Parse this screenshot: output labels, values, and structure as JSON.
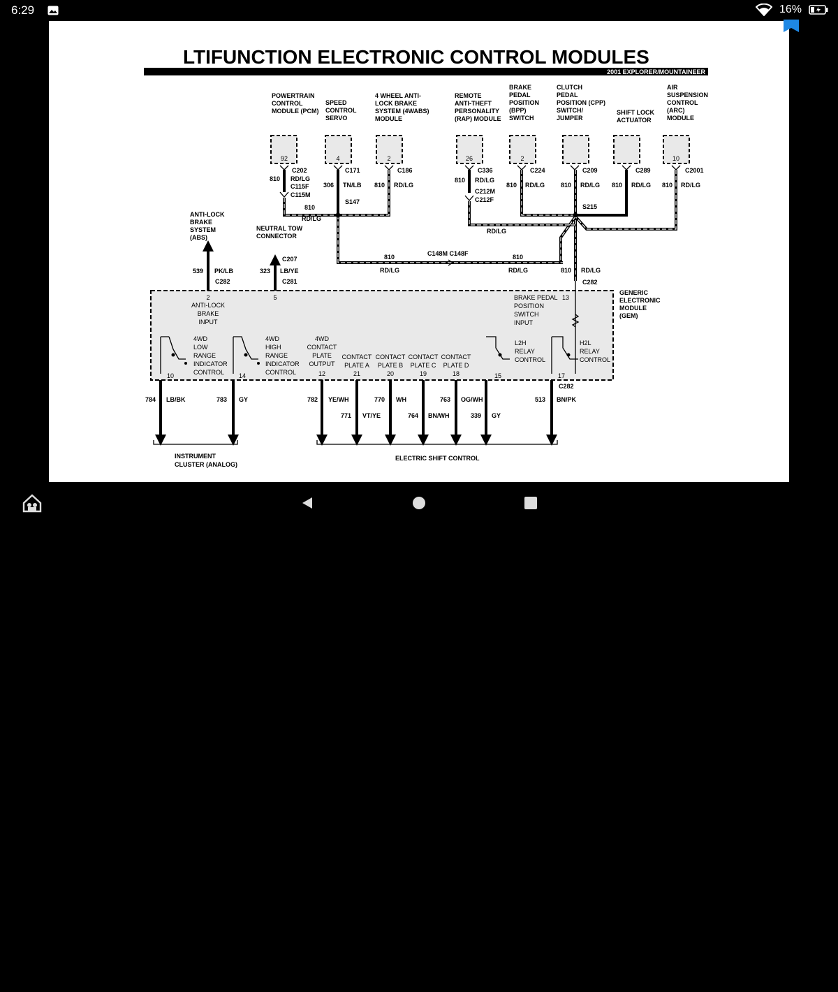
{
  "status_bar": {
    "time": "6:29",
    "battery": "16%"
  },
  "diagram": {
    "title": "LTIFUNCTION ELECTRONIC CONTROL MODULES",
    "subtitle": "2001 EXPLORER/MOUNTAINEER",
    "modules": [
      {
        "lines": [
          "POWERTRAIN",
          "CONTROL",
          "MODULE (PCM)"
        ],
        "pin": "92",
        "connector": "C202"
      },
      {
        "lines": [
          "SPEED",
          "CONTROL",
          "SERVO"
        ],
        "pin": "4",
        "connector": "C171"
      },
      {
        "lines": [
          "4 WHEEL ANTI-",
          "LOCK BRAKE",
          "SYSTEM (4WABS)",
          "MODULE"
        ],
        "pin": "2",
        "connector": "C186"
      },
      {
        "lines": [
          "REMOTE",
          "ANTI-THEFT",
          "PERSONALITY",
          "(RAP) MODULE"
        ],
        "pin": "26",
        "connector": "C336"
      },
      {
        "lines": [
          "BRAKE",
          "PEDAL",
          "POSITION",
          "(BPP)",
          "SWITCH"
        ],
        "pin": "2",
        "connector": "C224"
      },
      {
        "lines": [
          "CLUTCH",
          "PEDAL",
          "POSITION (CPP)",
          "SWITCH/",
          "JUMPER"
        ],
        "pin": "",
        "connector": "C209"
      },
      {
        "lines": [
          "SHIFT LOCK",
          "ACTUATOR"
        ],
        "pin": "",
        "connector": "C289"
      },
      {
        "lines": [
          "AIR",
          "SUSPENSION",
          "CONTROL",
          "(ARC)",
          "MODULE"
        ],
        "pin": "10",
        "connector": "C2001"
      }
    ],
    "circuit_810": "810",
    "color_rdlg": "RD/LG",
    "c306": "306",
    "tnlb": "TN/LB",
    "c115f": "C115F",
    "c115m": "C115M",
    "c212m": "C212M",
    "c212f": "C212F",
    "s147": "S147",
    "s215": "S215",
    "c148": "C148M C148F",
    "abs_lines": [
      "ANTI-LOCK",
      "BRAKE",
      "SYSTEM",
      "(ABS)"
    ],
    "ntc_lines": [
      "NEUTRAL TOW",
      "CONNECTOR"
    ],
    "c539": "539",
    "pklb": "PK/LB",
    "c282": "C282",
    "c323": "323",
    "lbye": "LB/YE",
    "c207": "C207",
    "c281": "C281",
    "gem_lines": [
      "GENERIC",
      "ELECTRONIC",
      "MODULE",
      "(GEM)"
    ],
    "gem_pins": {
      "abs_pin": "2",
      "abs_in": [
        "ANTI-LOCK",
        "BRAKE",
        "INPUT"
      ],
      "ntc_pin": "5",
      "bpp_pin": "13",
      "bpp_in": [
        "BRAKE PEDAL",
        "POSITION",
        "SWITCH",
        "INPUT"
      ],
      "low_ctrl": [
        "4WD",
        "LOW",
        "RANGE",
        "INDICATOR",
        "CONTROL"
      ],
      "low_pin": "10",
      "high_ctrl": [
        "4WD",
        "HIGH",
        "RANGE",
        "INDICATOR",
        "CONTROL"
      ],
      "high_pin": "14",
      "cpo": [
        "4WD",
        "CONTACT",
        "PLATE",
        "OUTPUT"
      ],
      "cpo_pin": "12",
      "cpa": [
        "CONTACT",
        "PLATE A"
      ],
      "cpa_pin": "21",
      "cpb": [
        "CONTACT",
        "PLATE B"
      ],
      "cpb_pin": "20",
      "cpc": [
        "CONTACT",
        "PLATE C"
      ],
      "cpc_pin": "19",
      "cpd": [
        "CONTACT",
        "PLATE D"
      ],
      "cpd_pin": "18",
      "l2h": [
        "L2H",
        "RELAY",
        "CONTROL"
      ],
      "l2h_pin": "15",
      "h2l": [
        "H2L",
        "RELAY",
        "CONTROL"
      ],
      "h2l_pin": "17"
    },
    "bottom_wires": [
      {
        "num": "784",
        "color": "LB/BK"
      },
      {
        "num": "783",
        "color": "GY"
      },
      {
        "num": "782",
        "color": "YE/WH"
      },
      {
        "num": "771",
        "color": "VT/YE"
      },
      {
        "num": "770",
        "color": "WH"
      },
      {
        "num": "764",
        "color": "BN/WH"
      },
      {
        "num": "763",
        "color": "OG/WH"
      },
      {
        "num": "339",
        "color": "GY"
      },
      {
        "num": "513",
        "color": "BN/PK"
      }
    ],
    "bottom_c282": "C282",
    "instrument_lines": [
      "INSTRUMENT",
      "CLUSTER (ANALOG)"
    ],
    "esc_label": "ELECTRIC SHIFT CONTROL"
  },
  "colors": {
    "accent": "#1e88e5",
    "gem_fill": "#e9e9e9"
  },
  "icons": [
    "image-icon",
    "wifi-icon",
    "battery-icon",
    "bookmark-icon",
    "home-icon",
    "back-icon",
    "home-circle-icon",
    "recents-icon"
  ]
}
